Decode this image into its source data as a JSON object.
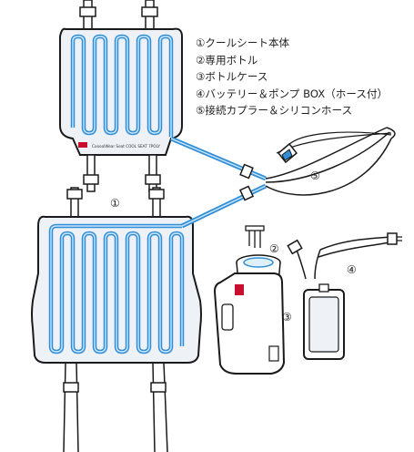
{
  "legend": [
    "①クールシート本体",
    "②専用ボトル",
    "③ボトルケース",
    "④バッテリー＆ポンプ BOX（ホース付）",
    "⑤接続カプラー＆シリコンホース"
  ],
  "callouts": {
    "sheet": "①",
    "bottle": "②",
    "case": "③",
    "battery": "④",
    "hose": "⑤"
  },
  "sheet_tag": "CoooolWear Seat COOL SEAT 7POLY",
  "colors": {
    "tube": "#2f8fd8",
    "sheet_fill": "#eef2f6",
    "outline": "#1a1a1a",
    "brand_red": "#c8102e"
  }
}
